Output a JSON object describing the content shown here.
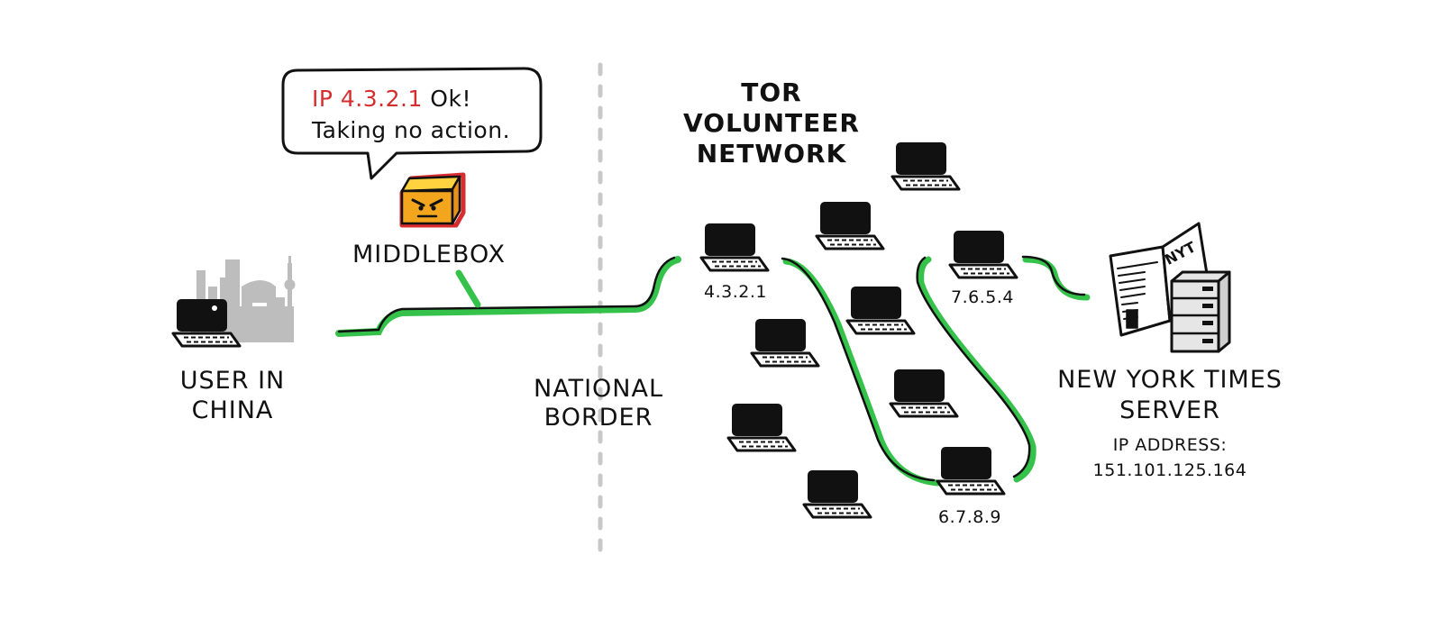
{
  "colors": {
    "path_green": "#35c24a",
    "ink": "#111111",
    "alert_red": "#d62e2e",
    "middlebox_orange": "#f3a51e",
    "middlebox_yellow": "#ffd23f",
    "city_gray": "#bdbdbd",
    "border_gray": "#c8c8c8"
  },
  "speech_bubble": {
    "highlight": "IP 4.3.2.1",
    "rest": " Ok!",
    "line2": "Taking no action."
  },
  "middlebox": {
    "label": "MIDDLEBOX",
    "icon": "angry-box-icon"
  },
  "user": {
    "line1": "USER IN",
    "line2": "CHINA",
    "icon": "laptop-icon",
    "backdrop_icon": "beijing-skyline-icon"
  },
  "border": {
    "line1": "NATIONAL",
    "line2": "BORDER"
  },
  "tor": {
    "line1": "TOR",
    "line2": "VOLUNTEER",
    "line3": "NETWORK"
  },
  "relays": {
    "entry_ip": "4.3.2.1",
    "middle_ip": "6.7.8.9",
    "exit_ip": "7.6.5.4"
  },
  "server": {
    "line1": "NEW YORK TIMES",
    "line2": "SERVER",
    "ip_label": "IP ADDRESS:",
    "ip_value": "151.101.125.164",
    "newspaper_text": "NYT",
    "icon": "newspaper-server-icon"
  }
}
